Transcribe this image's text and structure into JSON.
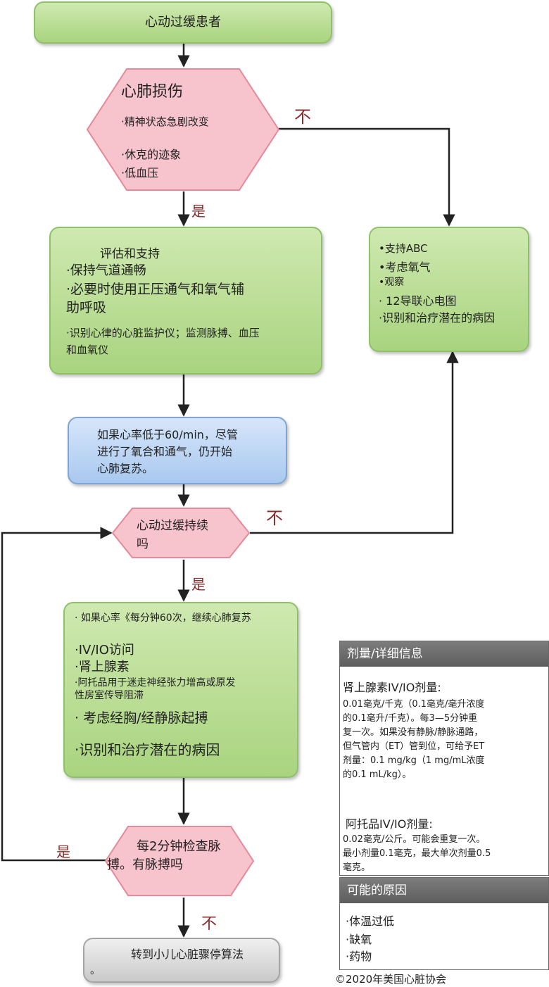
{
  "start_box": "心动过缓患者",
  "cardio_decision": {
    "title": "心肺损伤",
    "items": [
      "·精神状态急剧改变",
      "·休克的迹象",
      "·低血压"
    ]
  },
  "labels": {
    "no": "不",
    "yes": "是"
  },
  "assess_box": {
    "title": "评估和支持",
    "lines": [
      "·保持气道通畅",
      "·必要时使用正压通气和氧气辅",
      "助呼吸",
      "·识别心律的心脏监护仪；监测脉搏、血压",
      "和血氧仪"
    ]
  },
  "right_box": {
    "lines": [
      "•支持ABC",
      "•考虑氧气",
      "•观察",
      "· 12导联心电图",
      "·识别和治疗潜在的病因"
    ]
  },
  "cpr_box": {
    "lines": [
      "如果心率低于60/min，尽管",
      "进行了氧合和通气，仍开始",
      "心肺复苏。"
    ]
  },
  "persist_decision": {
    "lines": [
      "心动过缓持续",
      "吗"
    ]
  },
  "treat_box": {
    "lines": [
      "· 如果心率《每分钟60次，继续心肺复苏",
      "·IV/IO访问",
      "·肾上腺素",
      "·阿托品用于迷走神经张力增高或原发",
      "性房室传导阻滞",
      "· 考虑经胸/经静脉起搏",
      "·识别和治疗潜在的病因"
    ]
  },
  "pulse_decision": {
    "lines": [
      "每2分钟检查脉",
      "搏。有脉搏吗"
    ]
  },
  "final_box": {
    "lines": [
      "转到小儿心脏骤停算法",
      "。"
    ]
  },
  "dose_panel": {
    "header": "剂量/详细信息",
    "epi_title": "肾上腺素IV/IO剂量:",
    "epi_lines": [
      "0.01毫克/千克（0.1毫克/毫升浓度",
      "的0.1毫升/千克）。每3—5分钟重",
      "复一次。如果没有静脉/静脉通路，",
      "但气管内（ET）管到位，可给予ET",
      "剂量：0.1 mg/kg（1 mg/mL浓度",
      "的0.1 mL/kg）。"
    ],
    "atro_title": "阿托品IV/IO剂量:",
    "atro_lines": [
      "0.02毫克/公斤。可能会重复一次。",
      "最小剂量0.1毫克，最大单次剂量0.5",
      "毫克。"
    ]
  },
  "causes_panel": {
    "header": "可能的原因",
    "items": [
      "·体温过低",
      "·缺氧",
      "·药物"
    ]
  },
  "copyright": "©2020年美国心脏协会",
  "colors": {
    "arrow": "#222222",
    "label": "#8b2a2a",
    "hex_fill": "#f7c3cc",
    "hex_stroke": "#e48a9a"
  }
}
